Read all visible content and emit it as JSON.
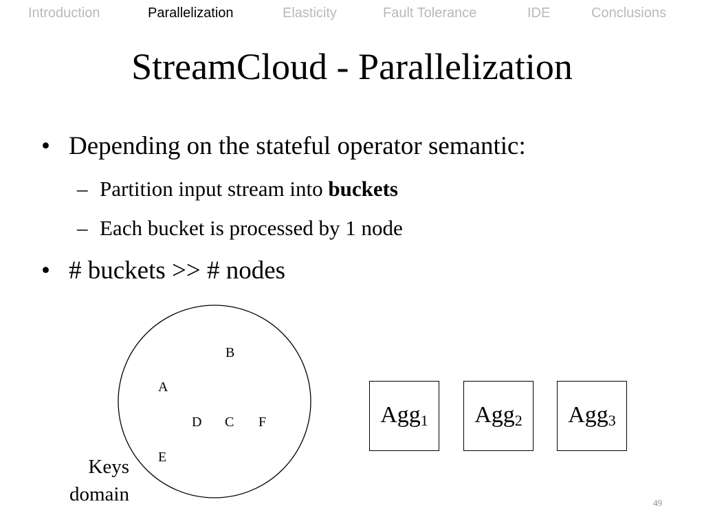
{
  "nav": {
    "items": [
      "Introduction",
      "Parallelization",
      "Elasticity",
      "Fault Tolerance",
      "IDE",
      "Conclusions"
    ],
    "active": "Parallelization"
  },
  "slide": {
    "title": "StreamCloud - Parallelization",
    "bullets": [
      {
        "text": "Depending on the stateful operator semantic:",
        "sub": [
          {
            "text": "Partition input stream into ",
            "bold": "buckets"
          },
          {
            "text": "Each bucket is processed by 1 node",
            "bold": ""
          }
        ]
      },
      {
        "text": "# buckets >> # nodes"
      }
    ],
    "bullet_glyph": "•",
    "dash_glyph": "–"
  },
  "diagram": {
    "keys": [
      "B",
      "A",
      "D",
      "C",
      "F",
      "E"
    ],
    "keys_label": [
      "Keys",
      "domain"
    ],
    "agg_boxes": [
      {
        "label": "Agg",
        "sub": "1"
      },
      {
        "label": "Agg",
        "sub": "2"
      },
      {
        "label": "Agg",
        "sub": "3"
      }
    ]
  },
  "page_number": "49",
  "colors": {
    "nav_inactive": "#b9b9b9",
    "nav_active": "#000000",
    "text": "#000000",
    "page_number": "#8a8a8a"
  }
}
